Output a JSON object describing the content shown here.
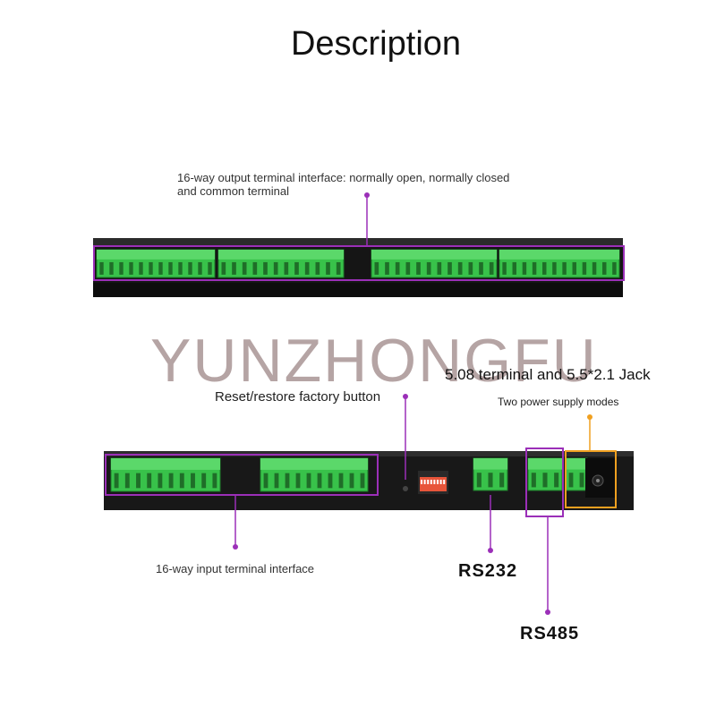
{
  "title": "Description",
  "watermark": "YUNZHONGFU",
  "labels": {
    "output_terminal": "16-way output terminal interface: normally open, normally closed",
    "output_terminal_line2": "and common terminal",
    "reset_button": "Reset/restore factory button",
    "terminal_jack": "5.08 terminal and 5.5*2.1 Jack",
    "power_modes": "Two power supply modes",
    "input_terminal": "16-way input terminal interface",
    "rs232": "RS232",
    "rs485": "RS485"
  },
  "colors": {
    "terminal_green": "#38c24a",
    "highlight_purple": "#9b2fb8",
    "highlight_orange": "#f0a020",
    "device_body": "#1a1a1a",
    "dip_red": "#e8553a"
  },
  "icons": {
    "callout_dot": "dot"
  }
}
